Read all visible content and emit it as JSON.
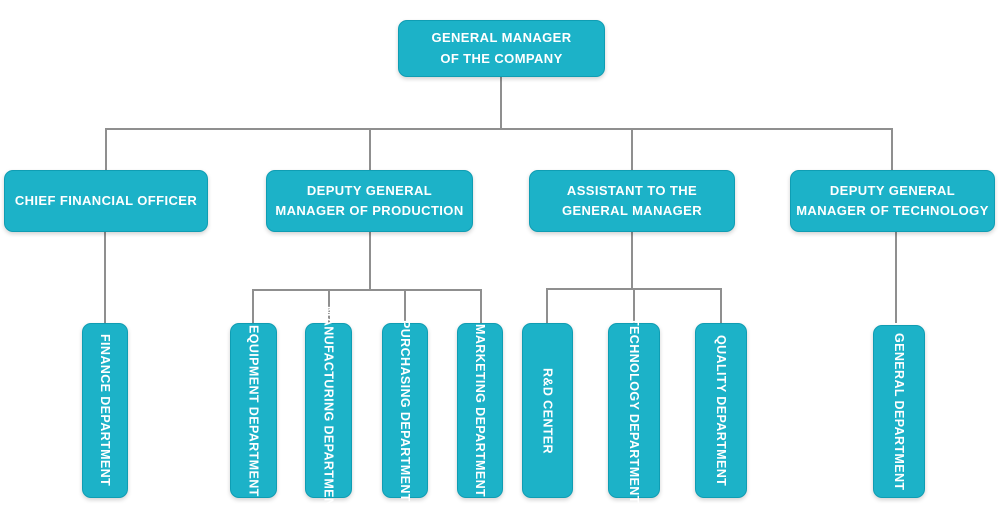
{
  "colors": {
    "box_fill": "#1cb2c8",
    "box_border": "#0f9db3",
    "line": "#8f8f8f",
    "text": "#ffffff",
    "bg": "#ffffff"
  },
  "nodes": {
    "gm": {
      "label": "GENERAL MANAGER\nOF THE COMPANY"
    },
    "cfo": {
      "label": "CHIEF FINANCIAL OFFICER"
    },
    "dgm_production": {
      "label": "DEPUTY GENERAL\nMANAGER OF PRODUCTION"
    },
    "assistant": {
      "label": "ASSISTANT TO THE\nGENERAL MANAGER"
    },
    "dgm_technology": {
      "label": "DEPUTY GENERAL\nMANAGER OF TECHNOLOGY"
    },
    "finance": {
      "label": "FINANCE DEPARTMENT"
    },
    "equipment": {
      "label": "EQUIPMENT DEPARTMENT"
    },
    "manufacturing": {
      "label": "MANUFACTURING DEPARTMENT"
    },
    "purchasing": {
      "label": "PURCHASING DEPARTMENT"
    },
    "marketing": {
      "label": "MARKETING DEPARTMENT"
    },
    "rd": {
      "label": "R&D CENTER"
    },
    "technology": {
      "label": "TECHNOLOGY DEPARTMENT"
    },
    "quality": {
      "label": "QUALITY DEPARTMENT"
    },
    "general": {
      "label": "GENERAL DEPARTMENT"
    }
  }
}
